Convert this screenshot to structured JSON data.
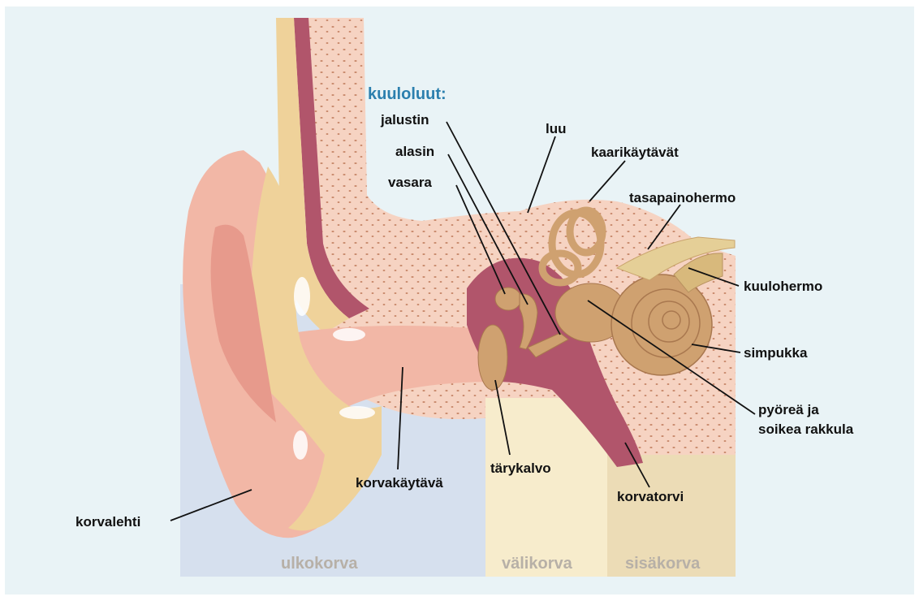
{
  "colors": {
    "background": "#e9f3f6",
    "outer_region": "#d6e0ee",
    "middle_region": "#f7eccc",
    "inner_region": "#ecdcb6",
    "skin": "#f2b7a6",
    "bone": "#f6d3c2",
    "cartilage": "#efd29a",
    "cavity": "#b1556b",
    "ossicles": "#cfa170",
    "header": "#2b7fae",
    "region_text": "#b7b0a7",
    "label_text": "#111111"
  },
  "header": "kuuloluut:",
  "labels": {
    "jalustin": "jalustin",
    "alasin": "alasin",
    "vasara": "vasara",
    "luu": "luu",
    "kaarikaytavat": "kaarikäytävät",
    "tasapainohermo": "tasapainohermo",
    "kuulohermo": "kuulohermo",
    "simpukka": "simpukka",
    "rakkula_1": "pyöreä ja",
    "rakkula_2": "soikea rakkula",
    "tarykalvo": "tärykalvo",
    "korvakaytava": "korvakäytävä",
    "korvatorvi": "korvatorvi",
    "korvalehti": "korvalehti"
  },
  "regions": {
    "outer": "ulkokorva",
    "middle": "välikorva",
    "inner": "sisäkorva"
  },
  "icons": [
    "ear-cross-section-illustration"
  ]
}
